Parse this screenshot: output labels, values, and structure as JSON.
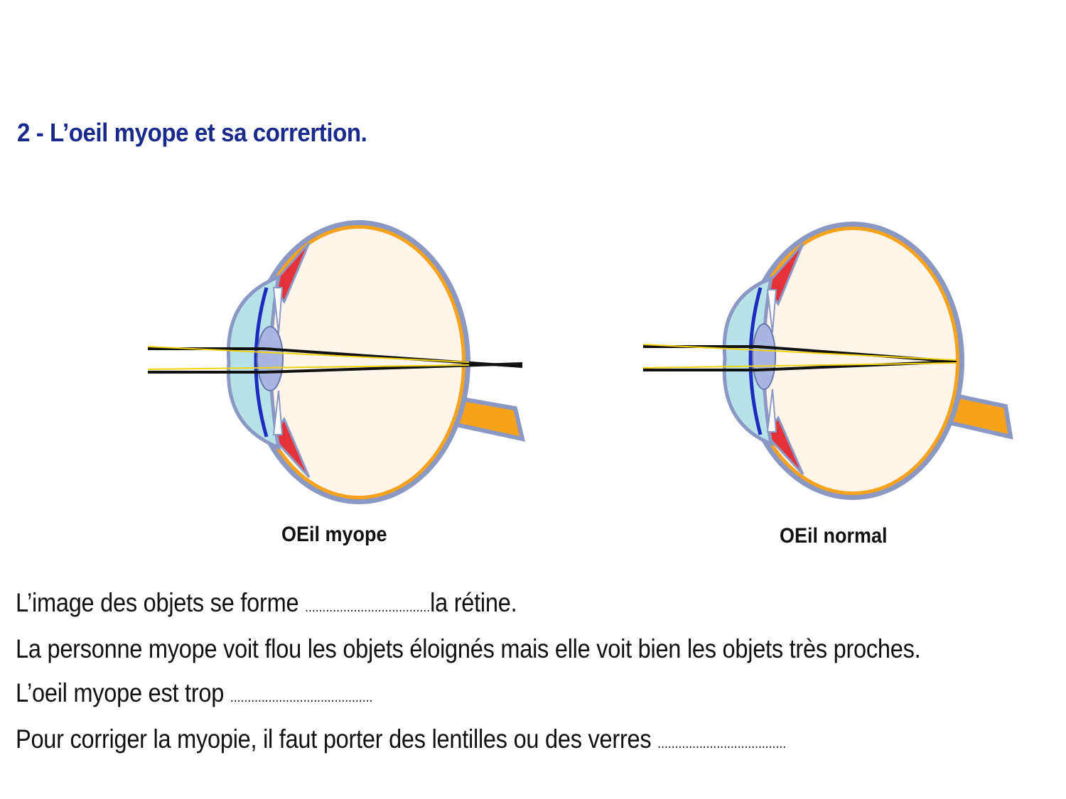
{
  "title": "2 - L’oeil myope et sa corrertion.",
  "diagrams": [
    {
      "caption": "OEil myope"
    },
    {
      "caption": "OEil normal"
    }
  ],
  "text": {
    "line1_before": "L’image des objets se forme ",
    "line1_dots": "....................................",
    "line1_after": "la rétine.",
    "line2": "La personne myope voit flou les objets éloignés mais elle voit bien les objets très proches.",
    "line3_before": "L’oeil myope est trop ",
    "line3_dots": ".........................................",
    "line4_before": "Pour corriger la myopie, il faut porter des lentilles ou des verres ",
    "line4_dots": "....................................."
  },
  "colors": {
    "title": "#1a2a8c",
    "sclera": "#8c98c4",
    "retina": "#f7a21b",
    "vitreous": "#fff5ea",
    "iris_muscle": "#e5323a",
    "cornea": "#b8e2ea",
    "lens": "#a9b6e0",
    "ray_yellow": "#f2d20c",
    "ray_black": "#111111"
  }
}
